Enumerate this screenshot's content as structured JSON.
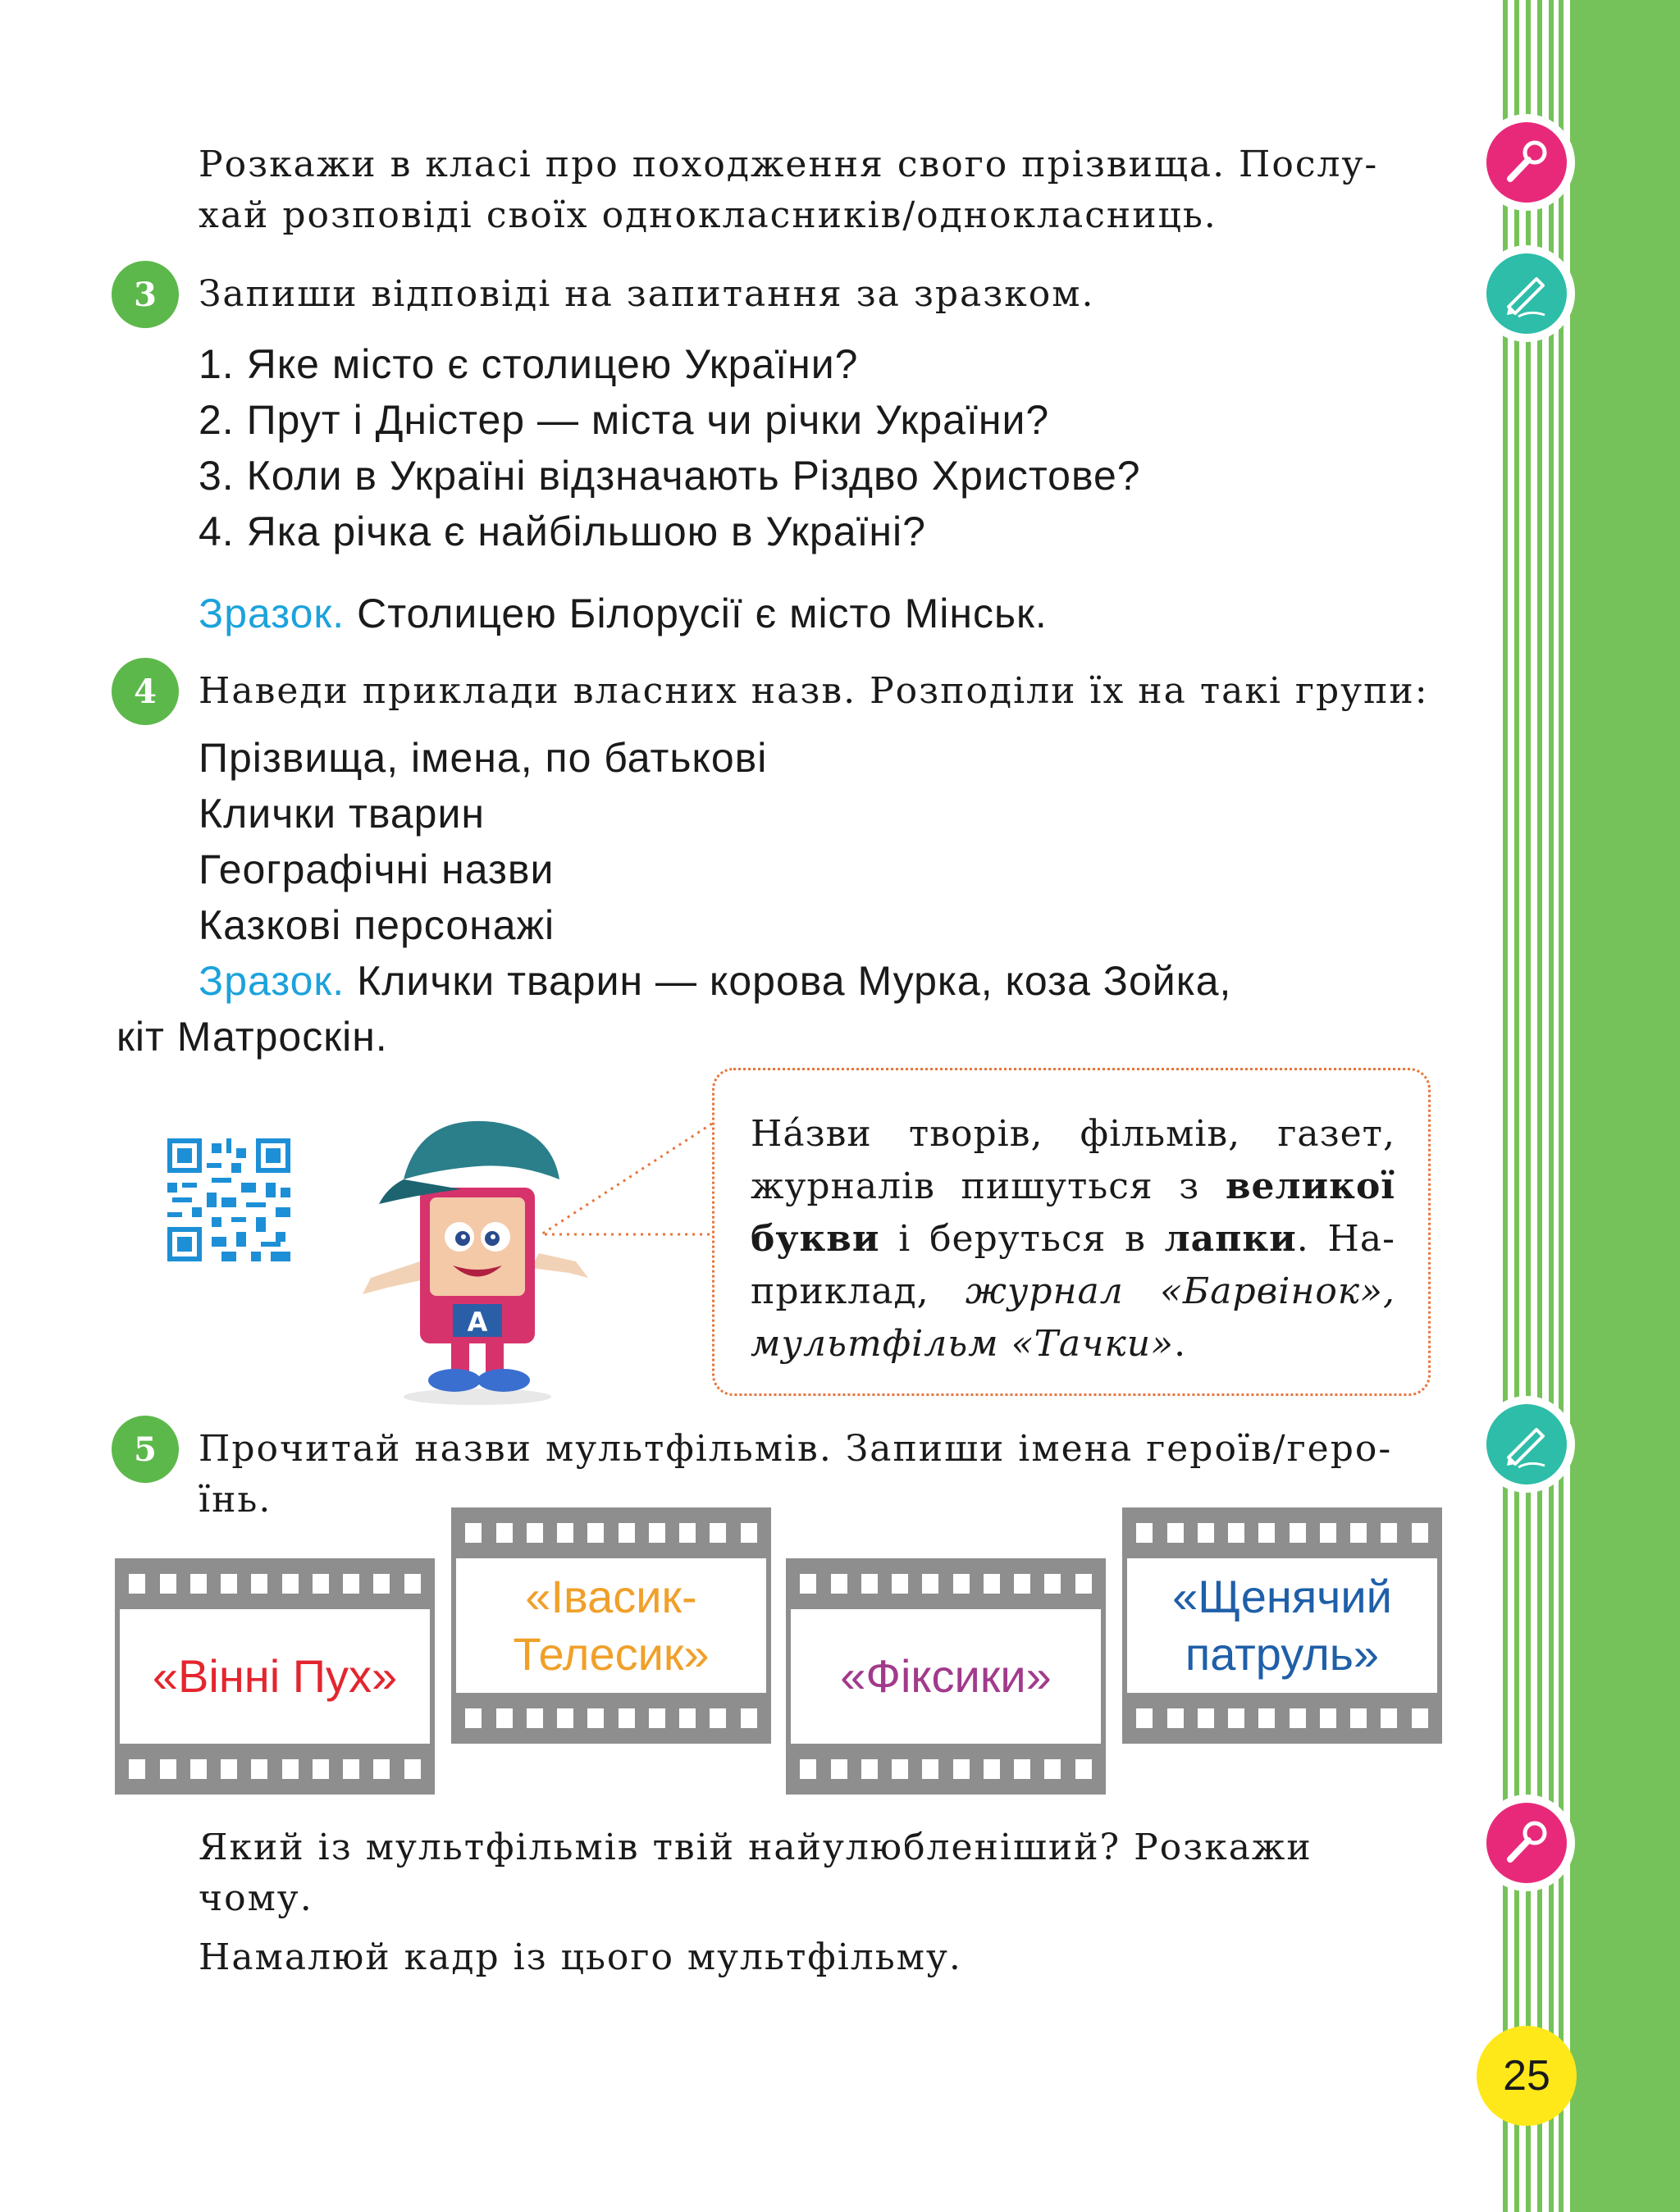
{
  "intro": {
    "line1": "Розкажи в класі про походження свого прізвища. Послу-",
    "line2": "хай розповіді своїх однокласників/однокласниць."
  },
  "task3": {
    "number": "3",
    "instruction": "Запиши відповіді на запитання за зразком.",
    "questions": [
      "1. Яке місто є столицею України?",
      "2. Прут і Дністер — міста чи річки України?",
      "3. Коли в Україні відзначають Різдво Христове?",
      "4. Яка річка є найбільшою в Україні?"
    ],
    "sample_label": "Зразок.",
    "sample_text": " Столицею Білорусії є місто Мінськ."
  },
  "task4": {
    "number": "4",
    "instruction": "Наведи приклади власних назв. Розподіли їх на такі групи:",
    "groups": [
      "Прізвища, імена, по батькові",
      "Клички тварин",
      "Географічні назви",
      "Казкові персонажі"
    ],
    "sample_label": "Зразок.",
    "sample_text_1": " Клички тварин — корова Мурка, коза Зойка,",
    "sample_text_2": "кіт Матроскін."
  },
  "rule_box": {
    "t1": "Нáзви творів, фільмів, газет, журналів пишуться з ",
    "b1": "великої букви",
    "t2": " і беруться в ",
    "b2": "лапки",
    "t3": ". На- приклад, ",
    "i1": "журнал «Барвінок», мультфільм «Тачки»",
    "t4": "."
  },
  "mascot": {
    "letter": "А"
  },
  "task5": {
    "number": "5",
    "instruction_1": "Прочитай назви мультфільмів. Запиши імена героїв/геро-",
    "instruction_2": "їнь.",
    "films": [
      {
        "title": "«Вінні Пух»",
        "color": "#e3262e"
      },
      {
        "title": "«Івасик-Телесик»",
        "color": "#f0a02a"
      },
      {
        "title": "«Фіксики»",
        "color": "#a23a8c"
      },
      {
        "title": "«Щенячий патруль»",
        "color": "#1f5fa8"
      }
    ]
  },
  "closing": {
    "line1": "Який із мультфільмів твій найулюбленіший? Розкажи",
    "line2": "чому.",
    "line3": "Намалюй кадр із цього мультфільму."
  },
  "page_number": "25",
  "colors": {
    "green": "#76c25a",
    "pink": "#e8297a",
    "teal": "#2dbda8",
    "cyan": "#1ca2dc"
  }
}
